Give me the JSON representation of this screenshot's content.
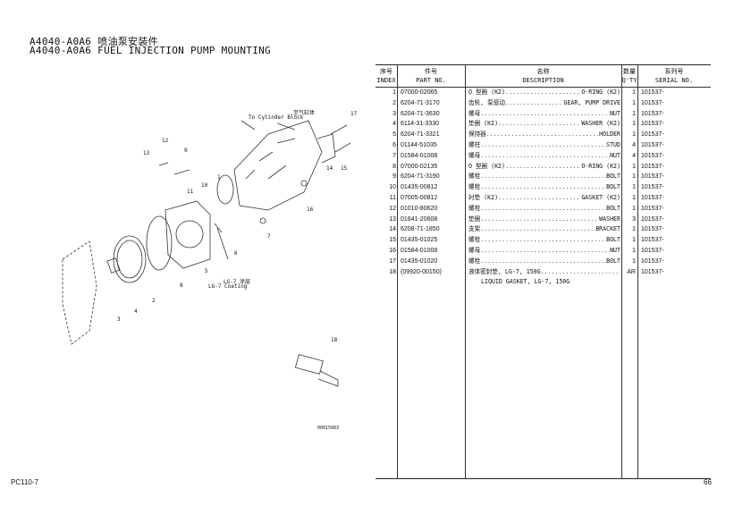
{
  "header": {
    "title_cn": "A4040-A0A6 喷油泵安装件",
    "title_en": "A4040-A0A6 FUEL INJECTION PUMP MOUNTING"
  },
  "table": {
    "headers": [
      {
        "cn": "序号",
        "en": "INDEX"
      },
      {
        "cn": "件号",
        "en": "PART NO."
      },
      {
        "cn": "名称",
        "en": "DESCRIPTION"
      },
      {
        "cn": "数量",
        "en": "Q'TY"
      },
      {
        "cn": "系列号",
        "en": "SERIAL NO."
      }
    ],
    "rows": [
      {
        "index": "1",
        "part": "07000-02065",
        "cn": "O 型圈 (K2)",
        "en": "O-RING (K2)",
        "qty": "1",
        "serial": "101537-"
      },
      {
        "index": "2",
        "part": "6204-71-3170",
        "cn": "齿轮, 泵驱动",
        "en": "GEAR, PUMP DRIVE",
        "qty": "1",
        "serial": "101537-"
      },
      {
        "index": "3",
        "part": "6204-71-3630",
        "cn": "螺母",
        "en": "NUT",
        "qty": "1",
        "serial": "101537-"
      },
      {
        "index": "4",
        "part": "6114-31-3330",
        "cn": "垫圈 (K2)",
        "en": "WASHER (K2)",
        "qty": "1",
        "serial": "101537-"
      },
      {
        "index": "5",
        "part": "6204-71-3321",
        "cn": "保持器",
        "en": "HOLDER",
        "qty": "1",
        "serial": "101537-"
      },
      {
        "index": "6",
        "part": "01144-51035",
        "cn": "螺柱",
        "en": "STUD",
        "qty": "4",
        "serial": "101537-"
      },
      {
        "index": "7",
        "part": "01584-01008",
        "cn": "螺母",
        "en": "NUT",
        "qty": "4",
        "serial": "101537-"
      },
      {
        "index": "8",
        "part": "07000-02135",
        "cn": "O 型圈 (K2)",
        "en": "O-RING (K2)",
        "qty": "1",
        "serial": "101537-"
      },
      {
        "index": "9",
        "part": "6204-71-3190",
        "cn": "螺栓",
        "en": "BOLT",
        "qty": "1",
        "serial": "101537-"
      },
      {
        "index": "10",
        "part": "01435-00812",
        "cn": "螺栓",
        "en": "BOLT",
        "qty": "1",
        "serial": "101537-"
      },
      {
        "index": "11",
        "part": "07005-00812",
        "cn": "衬垫 (K2)",
        "en": "GASKET (K2)",
        "qty": "1",
        "serial": "101537-"
      },
      {
        "index": "12",
        "part": "01010-80620",
        "cn": "螺栓",
        "en": "BOLT",
        "qty": "1",
        "serial": "101537-"
      },
      {
        "index": "13",
        "part": "01641-20608",
        "cn": "垫圈",
        "en": "WASHER",
        "qty": "3",
        "serial": "101537-"
      },
      {
        "index": "14",
        "part": "6208-71-1850",
        "cn": "支架",
        "en": "BRACKET",
        "qty": "1",
        "serial": "101537-"
      },
      {
        "index": "15",
        "part": "01435-01025",
        "cn": "螺栓",
        "en": "BOLT",
        "qty": "1",
        "serial": "101537-"
      },
      {
        "index": "16",
        "part": "01584-01008",
        "cn": "螺母",
        "en": "NUT",
        "qty": "1",
        "serial": "101537-"
      },
      {
        "index": "17",
        "part": "01435-01020",
        "cn": "螺栓",
        "en": "BOLT",
        "qty": "1",
        "serial": "101537-"
      },
      {
        "index": "18",
        "part": "(09920-00150)",
        "cn": "液体密封垫, LG-7, 150G",
        "en": "",
        "qty": "AR",
        "serial": "101537-",
        "cont": "LIQUID GASKET, LG-7, 150G"
      }
    ]
  },
  "drawing": {
    "note_cylinder_cn": "至气缸体",
    "note_cylinder_en": "To Cylinder Block",
    "note_lg7_cn": "LG-7 涂层",
    "note_lg7_en": "LG-7 Coating",
    "figure_code": "00015083",
    "callouts": [
      "1",
      "2",
      "3",
      "4",
      "5",
      "6",
      "7",
      "8",
      "9",
      "10",
      "11",
      "12",
      "13",
      "14",
      "15",
      "16",
      "17",
      "18"
    ]
  },
  "footer": {
    "model": "PC110-7",
    "page": "66"
  }
}
